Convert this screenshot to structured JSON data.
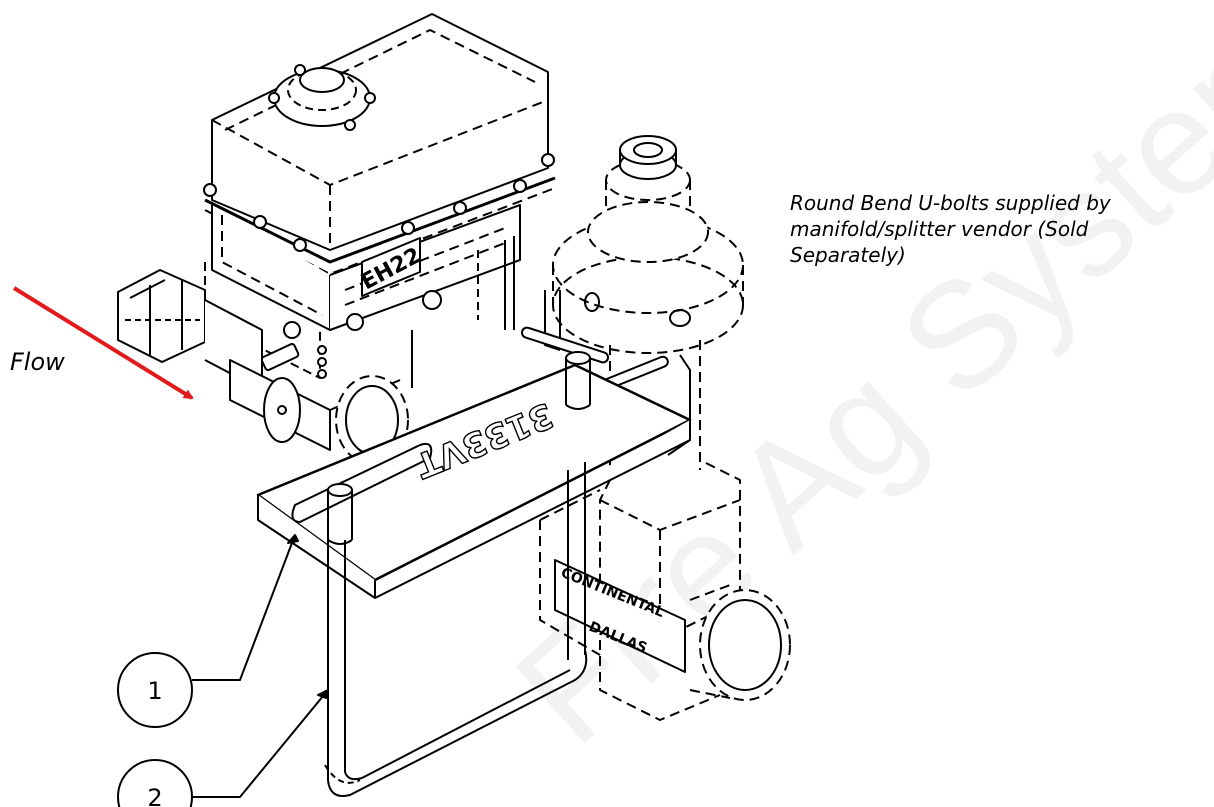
{
  "note": {
    "lines": [
      "Round Bend U-bolts supplied by",
      "manifold/splitter vendor (Sold",
      "Separately)"
    ]
  },
  "flow": {
    "label": "Flow",
    "arrow_color": "#e11b1b"
  },
  "balloons": [
    {
      "number": "1"
    },
    {
      "number": "2"
    }
  ],
  "part_markings": {
    "actuator": "EH22",
    "bracket": "3133VT",
    "body_line1": "CONTINENTAL",
    "body_line2": "DALLAS"
  },
  "watermark": {
    "text": "Fire Ag Systems",
    "color": "#c9c9c9"
  }
}
